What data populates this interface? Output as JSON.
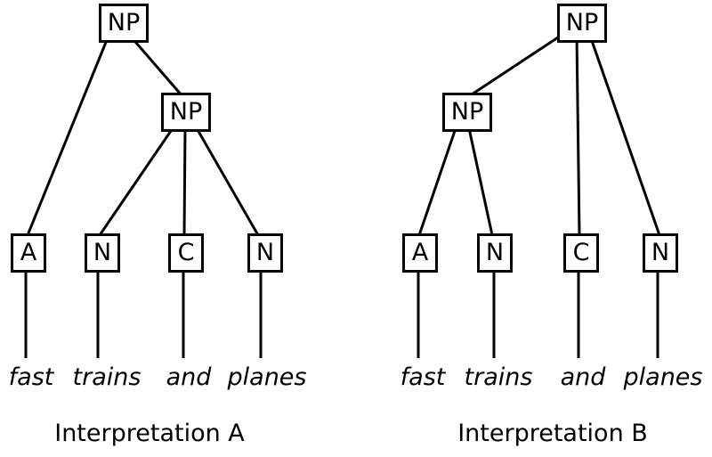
{
  "colors": {
    "background": "#ffffff",
    "line": "#000000",
    "text": "#000000"
  },
  "trees": [
    {
      "caption": "Interpretation A",
      "nodes": {
        "root": "NP",
        "inner": "NP",
        "leaf1": "A",
        "leaf2": "N",
        "leaf3": "C",
        "leaf4": "N"
      },
      "words": [
        "fast",
        "trains",
        "and",
        "planes"
      ]
    },
    {
      "caption": "Interpretation B",
      "nodes": {
        "root": "NP",
        "inner": "NP",
        "leaf1": "A",
        "leaf2": "N",
        "leaf3": "C",
        "leaf4": "N"
      },
      "words": [
        "fast",
        "trains",
        "and",
        "planes"
      ]
    }
  ]
}
